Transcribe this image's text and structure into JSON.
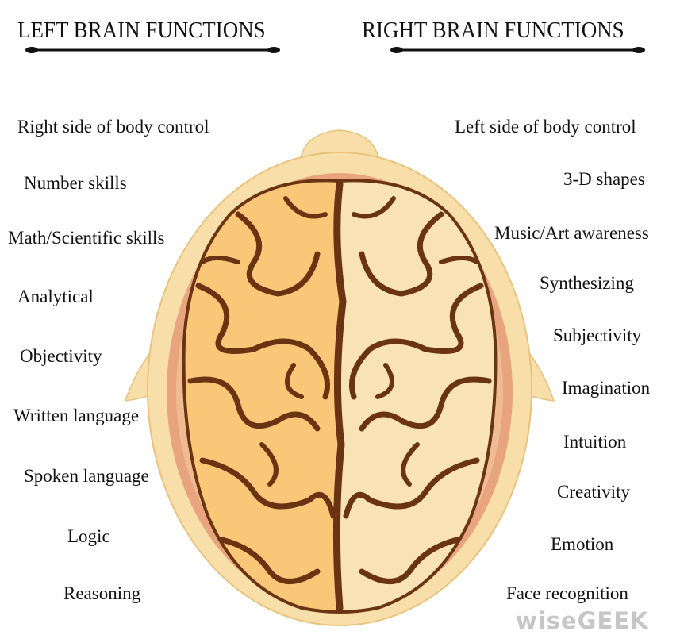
{
  "headers": {
    "left": "LEFT BRAIN FUNCTIONS",
    "right": "RIGHT BRAIN FUNCTIONS"
  },
  "left_functions": [
    "Right side of body control",
    "Number skills",
    "Math/Scientific skills",
    "Analytical",
    "Objectivity",
    "Written language",
    "Spoken language",
    "Logic",
    "Reasoning"
  ],
  "right_functions": [
    "Left side of body control",
    "3-D shapes",
    "Music/Art awareness",
    "Synthesizing",
    "Subjectivity",
    "Imagination",
    "Intuition",
    "Creativity",
    "Emotion",
    "Face recognition"
  ],
  "watermark": "wiseGEEK",
  "colors": {
    "head": "#f8dfaa",
    "inner_border": "#e8a47e",
    "left_hemisphere": "#f8c878",
    "right_hemisphere": "#f9e3b6",
    "sulci": "#6a3412"
  }
}
